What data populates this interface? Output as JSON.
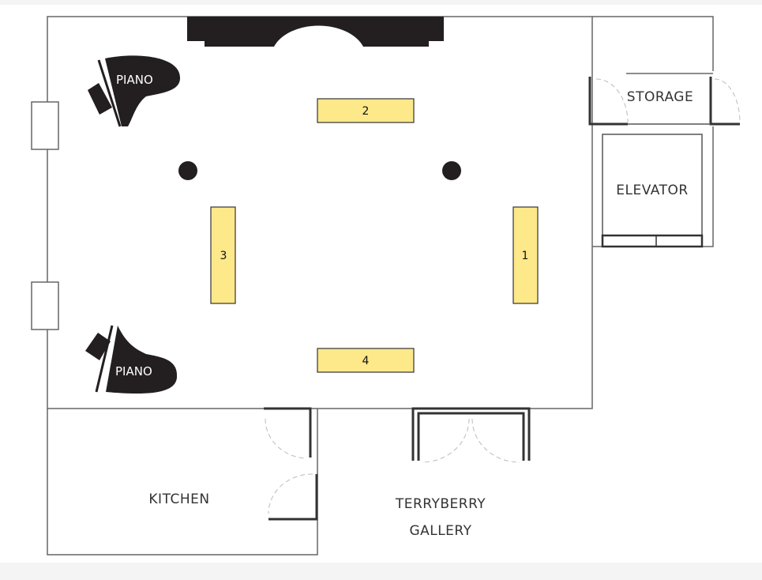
{
  "rooms": {
    "storage": "STORAGE",
    "elevator": "ELEVATOR",
    "kitchen": "KITCHEN",
    "gallery_line1": "TERRYBERRY",
    "gallery_line2": "GALLERY"
  },
  "pianos": [
    {
      "label": "PIANO"
    },
    {
      "label": "PIANO"
    }
  ],
  "tables": [
    {
      "label": "1"
    },
    {
      "label": "2"
    },
    {
      "label": "3"
    },
    {
      "label": "4"
    }
  ],
  "colors": {
    "table_fill": "#fde88a",
    "wall": "#555555",
    "dark": "#231f20"
  }
}
